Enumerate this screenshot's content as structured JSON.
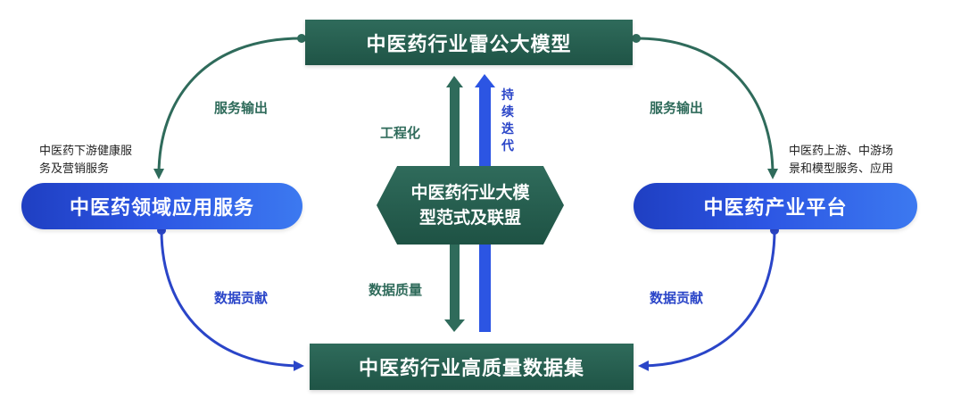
{
  "nodes": {
    "top": "中医药行业雷公大模型",
    "bottom": "中医药行业高质量数据集",
    "left": "中医药领域应用服务",
    "right": "中医药产业平台",
    "center_line1": "中医药行业大模",
    "center_line2": "型范式及联盟"
  },
  "labels": {
    "service_output_left": "服务输出",
    "service_output_right": "服务输出",
    "data_contribution_left": "数据贡献",
    "data_contribution_right": "数据贡献",
    "engineering": "工程化",
    "data_quality": "数据质量",
    "continuous_iteration": "持续迭代"
  },
  "notes": {
    "left_line1": "中医药下游健康服",
    "left_line2": "务及营销服务",
    "right_line1": "中医药上游、中游场",
    "right_line2": "景和模型服务、应用"
  },
  "colors": {
    "green": "#2f6b5b",
    "blue": "#2c55e3"
  }
}
